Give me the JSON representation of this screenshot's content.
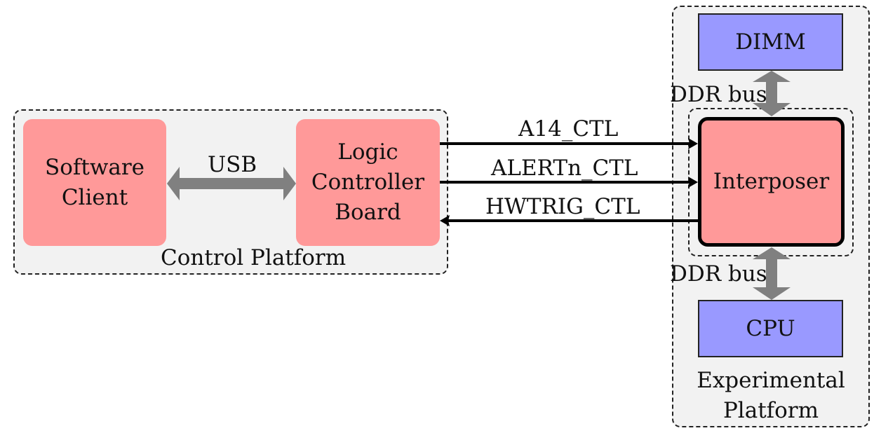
{
  "control_platform": {
    "label": "Control Platform",
    "software_client": {
      "line1": "Software",
      "line2": "Client"
    },
    "usb_label": "USB",
    "logic_controller_board": {
      "line1": "Logic",
      "line2": "Controller",
      "line3": "Board"
    }
  },
  "signals": [
    {
      "label": "A14_CTL",
      "direction": "to-interposer"
    },
    {
      "label": "ALERTn_CTL",
      "direction": "to-interposer"
    },
    {
      "label": "HWTRIG_CTL",
      "direction": "to-logic-controller-board"
    }
  ],
  "experimental_platform": {
    "label_line1": "Experimental",
    "label_line2": "Platform",
    "dimm_label": "DIMM",
    "interposer_label": "Interposer",
    "cpu_label": "CPU",
    "ddr_bus_top": "DDR bus",
    "ddr_bus_bottom": "DDR bus"
  },
  "colors": {
    "pink_block": "#ff9999",
    "blue_block": "#9999ff",
    "container_fill": "#f2f2f2",
    "bus_arrow": "#808080",
    "signal_arrow": "#000000"
  }
}
